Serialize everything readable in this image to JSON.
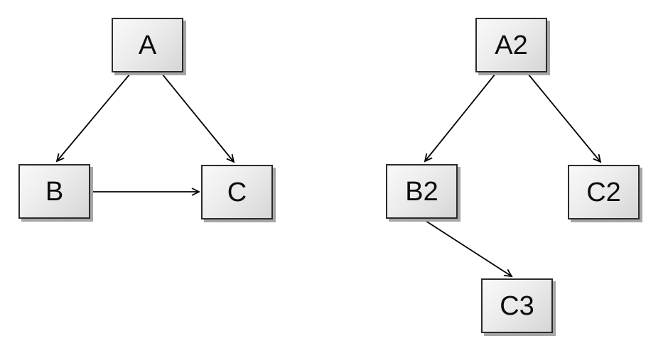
{
  "diagrams": {
    "left": {
      "nodes": {
        "a": {
          "label": "A"
        },
        "b": {
          "label": "B"
        },
        "c": {
          "label": "C"
        }
      },
      "edges": [
        {
          "from": "A",
          "to": "B"
        },
        {
          "from": "A",
          "to": "C"
        },
        {
          "from": "B",
          "to": "C"
        }
      ]
    },
    "right": {
      "nodes": {
        "a2": {
          "label": "A2"
        },
        "b2": {
          "label": "B2"
        },
        "c2": {
          "label": "C2"
        },
        "c3": {
          "label": "C3"
        }
      },
      "edges": [
        {
          "from": "A2",
          "to": "B2"
        },
        {
          "from": "A2",
          "to": "C2"
        },
        {
          "from": "B2",
          "to": "C3"
        }
      ]
    }
  },
  "colors": {
    "background": "#ffffff",
    "node_fill_light": "#f9f9f9",
    "node_fill_dark": "#d6d6d6",
    "node_border": "#2b2b2b",
    "node_shadow": "#a6a6a6",
    "arrow": "#000000",
    "text": "#0d0d0d"
  }
}
